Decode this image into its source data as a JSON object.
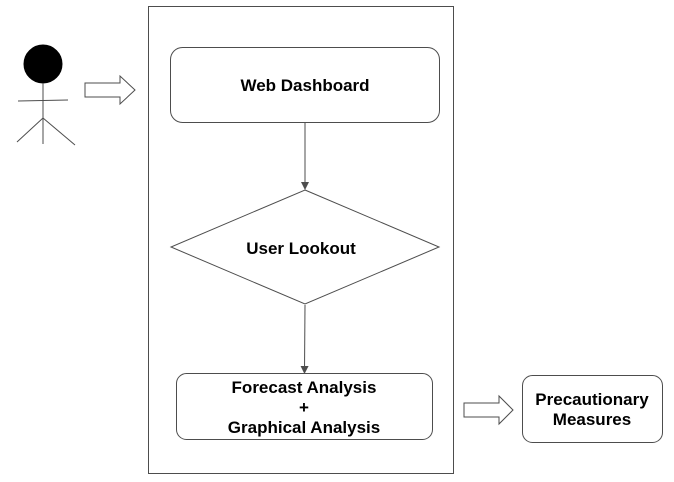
{
  "nodes": {
    "web_dashboard": "Web Dashboard",
    "user_lookout": "User Lookout",
    "analysis": {
      "line1": "Forecast Analysis",
      "line2": "+",
      "line3": "Graphical Analysis"
    },
    "precautionary": {
      "line1": "Precautionary",
      "line2": "Measures"
    }
  },
  "icons": {
    "actor": "user-stick-figure-icon",
    "arrows": "hollow-right-arrow-icon"
  },
  "colors": {
    "stroke": "#4d4d4d",
    "text": "#000000",
    "background": "#ffffff"
  }
}
